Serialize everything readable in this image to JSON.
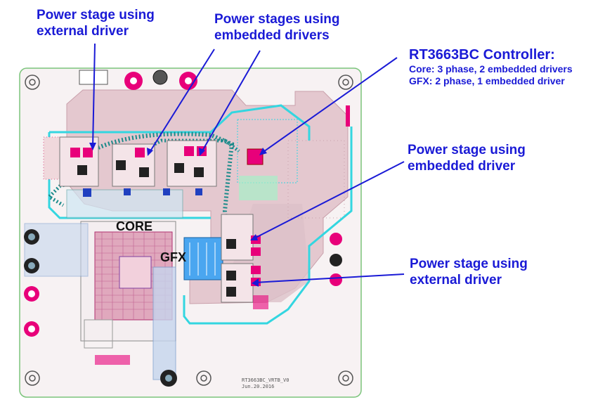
{
  "callouts": {
    "ext_driver_top": {
      "line1": "Power stage using",
      "line2": "external driver"
    },
    "embedded_top": {
      "line1": "Power stages using",
      "line2": "embedded drivers"
    },
    "controller": {
      "title": "RT3663BC Controller:",
      "core": "Core: 3 phase, 2 embedded drivers",
      "gfx": "GFX: 2 phase, 1 embedded driver"
    },
    "embedded_right": {
      "line1": "Power stage using",
      "line2": "embedded driver"
    },
    "ext_driver_right": {
      "line1": "Power stage using",
      "line2": "external driver"
    }
  },
  "regions": {
    "core": "CORE",
    "gfx": "GFX"
  },
  "silkscreen": {
    "board_name": "RT3663BC_VRTB_V0",
    "date": "Jun.20.2016"
  },
  "colors": {
    "callout_text": "#1a1ad6",
    "arrow": "#1a1ad6",
    "copper": "#e8007a",
    "board_fill": "#e6d0d6",
    "trace_cyan": "#33d6e0"
  }
}
